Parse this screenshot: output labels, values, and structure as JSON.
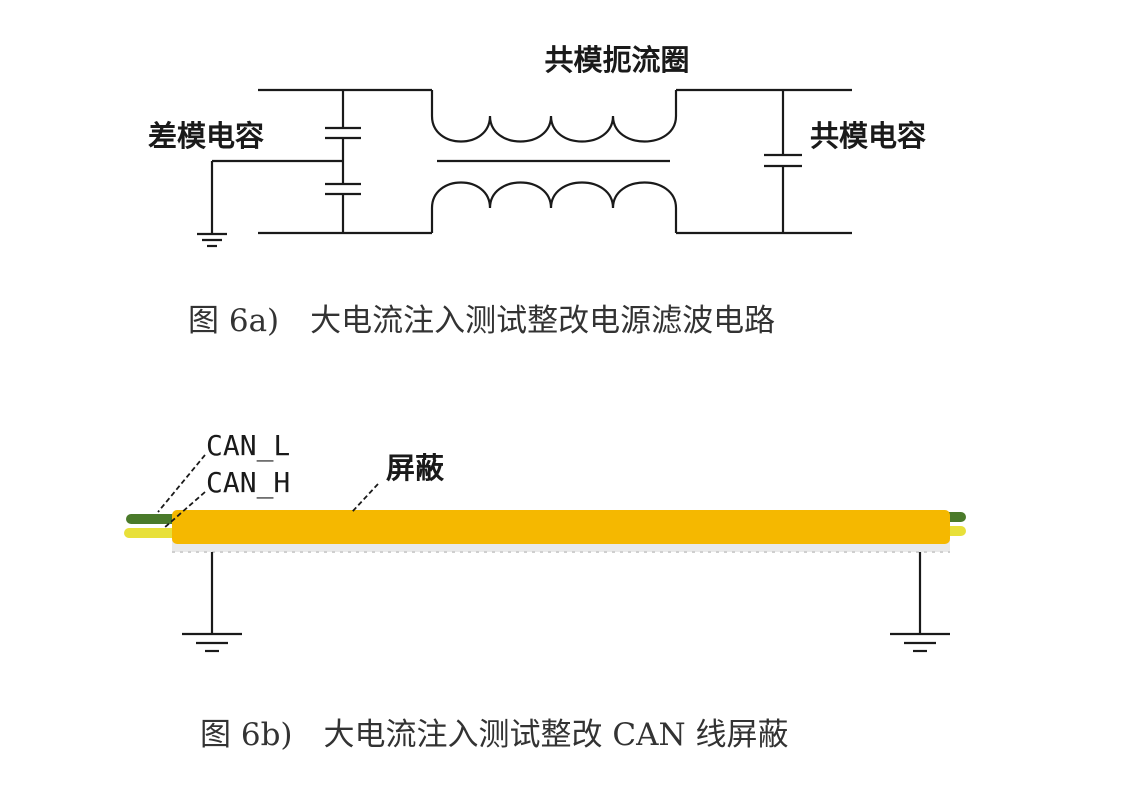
{
  "figure_a": {
    "label_common_mode_choke": "共模扼流圈",
    "label_differential_capacitor": "差模电容",
    "label_common_mode_capacitor": "共模电容",
    "caption": "图 6a)　大电流注入测试整改电源滤波电路"
  },
  "figure_b": {
    "label_can_l": "CAN_L",
    "label_can_h": "CAN_H",
    "label_shield": "屏蔽",
    "caption": "图 6b)　大电流注入测试整改 CAN 线屏蔽"
  },
  "colors": {
    "line": "#1a1a1a",
    "shield": "#f5b800",
    "wire_green": "#4a7a2a",
    "wire_yellow": "#e8e03a",
    "caption_text": "#333333"
  }
}
